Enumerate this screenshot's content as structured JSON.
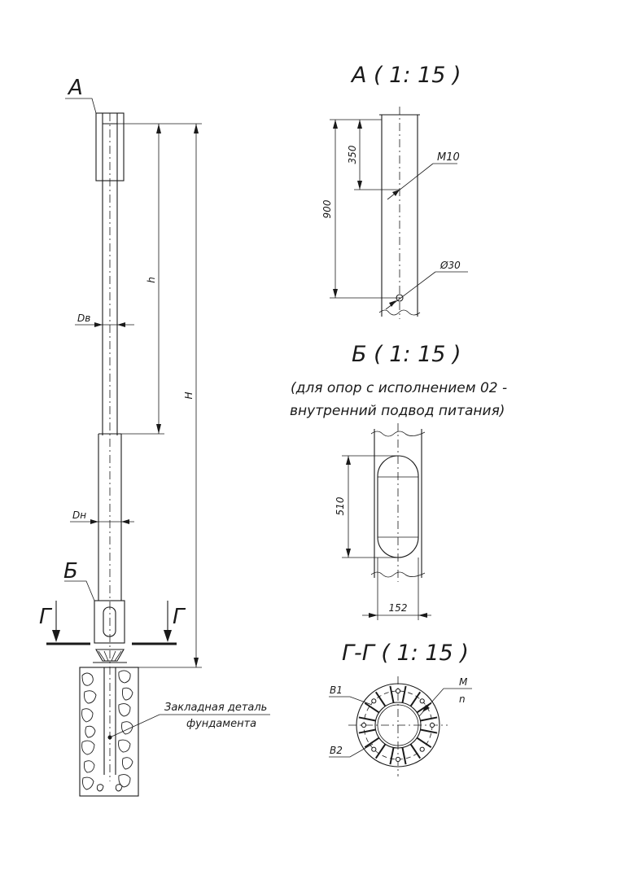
{
  "main_view": {
    "callout_a": "А",
    "callout_b": "Б",
    "section_left": "Г",
    "section_right": "Г",
    "dim_h": "h",
    "dim_H": "H",
    "dim_dv": "Dв",
    "dim_dn": "Dн",
    "foundation_label_1": "Закладная деталь",
    "foundation_label_2": "фундамента"
  },
  "detail_a": {
    "title": "А ( 1: 15 )",
    "dim_900": "900",
    "dim_350": "350",
    "label_m10": "М10",
    "label_d30": "Ø30"
  },
  "detail_b": {
    "title": "Б ( 1: 15 )",
    "note_line1": "(для опор с исполнением 02 -",
    "note_line2": "внутренний подвод питания)",
    "dim_510": "510",
    "dim_152": "152"
  },
  "section_g": {
    "title": "Г-Г ( 1: 15 )",
    "label_b1": "В1",
    "label_b2": "В2",
    "label_m": "М",
    "label_n": "n"
  }
}
